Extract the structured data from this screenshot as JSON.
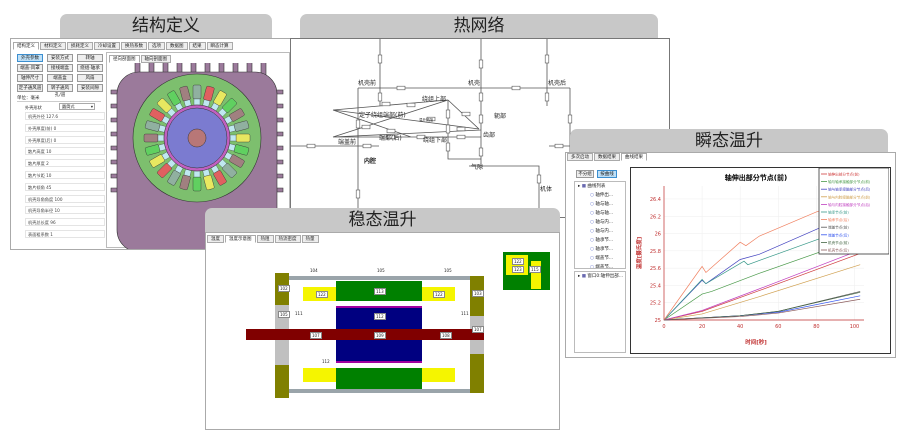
{
  "panels": {
    "structure": "结构定义",
    "network": "热网络",
    "transient": "瞬态温升",
    "steady": "稳态温升"
  },
  "structure": {
    "tabs": [
      "结构定义",
      "材料定义",
      "损耗定义",
      "冷却设置",
      "换热系数",
      "选项",
      "数据图",
      "结果",
      "瞬态计算"
    ],
    "buttons": [
      "外壳参数",
      "安装方式",
      "转轴",
      "端盖·风罩",
      "接线端盒",
      "绕组·轴承",
      "轴伸尺寸",
      "端盖盒",
      "风扇",
      "定子通风道",
      "转子通风孔/道",
      "安装间隙"
    ],
    "unit": "单位：毫米",
    "shape_label": "外壳形状",
    "shape_value": "圆筒式",
    "fields": [
      [
        "机壳外径",
        "127.6"
      ],
      [
        "外壳厚度(前)",
        "0"
      ],
      [
        "外壳厚度(后)",
        "0"
      ],
      [
        "散片高度",
        "10"
      ],
      [
        "散片厚度",
        "2"
      ],
      [
        "散片节距",
        "10"
      ],
      [
        "散片倾角",
        "45"
      ],
      [
        "机壳导角角度",
        "100"
      ],
      [
        "机壳导角半径",
        "10"
      ],
      [
        "机壳总长度",
        "96"
      ],
      [
        "表面粗系数",
        "1"
      ]
    ],
    "view_tabs": [
      "径向剖面图",
      "轴向剖面图"
    ],
    "colors": {
      "housing": "#9b7a9b",
      "stator": "#7dbf6e",
      "rotor": "#7b7bd0",
      "shaft": "#b87777",
      "ring": "#c060c0"
    }
  },
  "network": {
    "labels": [
      "机壳前",
      "机壳",
      "机壳后",
      "绕组上部",
      "定子绕组端部(前)",
      "端部(后)",
      "绕组下部",
      "轭部",
      "齿部",
      "端盖前",
      "内腔",
      "气隙",
      "机体",
      "温升热阻"
    ]
  },
  "transient": {
    "tabs": [
      "多次启动",
      "数据结果",
      "曲线结果"
    ],
    "buttons": [
      "不分组",
      "按曲线"
    ],
    "tree_root": "曲线列表",
    "tree_items": [
      "轴伸出...",
      "轴与轴...",
      "轴与轴...",
      "轴与内...",
      "轴与内...",
      "轴承节...",
      "轴承节...",
      "端盖节...",
      "端盖节...",
      "机壳节...",
      "机壳节..."
    ],
    "window_item": "窗口0:轴伸出部..."
  },
  "steady": {
    "tabs": [
      "温度",
      "温度示意图",
      "热阻",
      "热流密度",
      "热量"
    ],
    "labels": {
      "top1": "104",
      "top2": "105",
      "top3": "105",
      "l102": "102",
      "l103": "103",
      "l105": "105",
      "l107r": "107",
      "y1": "122",
      "y2": "122",
      "g": "113",
      "b": "112",
      "s1": "107",
      "s2": "109",
      "s3": "108",
      "l111a": "111",
      "l111b": "111",
      "l112": "112",
      "i1": "122",
      "i2": "123",
      "i3": "115"
    }
  },
  "chart_data": {
    "type": "line",
    "title": "轴伸出部分节点(前)",
    "xlabel": "时间[秒]",
    "ylabel": "温度[摄氏度]",
    "xlim": [
      0,
      105
    ],
    "ylim": [
      25,
      26.55
    ],
    "xticks": [
      0,
      20,
      40,
      60,
      80,
      100
    ],
    "yticks": [
      25,
      25.2,
      25.4,
      25.6,
      25.8,
      26,
      26.2,
      26.4
    ],
    "grid": true,
    "legend": "top-right",
    "series": [
      {
        "name": "轴伸出部分节点(前)",
        "color": "#d04040",
        "x": [
          0,
          20,
          50,
          103
        ],
        "y": [
          25,
          25.1,
          25.34,
          25.77
        ]
      },
      {
        "name": "轴与轴承接触部分节点(前)",
        "color": "#4a9a4a",
        "x": [
          0,
          20,
          25,
          50,
          103
        ],
        "y": [
          25,
          25.3,
          25.33,
          25.54,
          25.95
        ]
      },
      {
        "name": "轴与轴承接触部分节点(后)",
        "color": "#4444c0",
        "x": [
          0,
          20,
          22,
          40,
          50,
          103
        ],
        "y": [
          25,
          25.46,
          25.42,
          25.7,
          25.76,
          26.27
        ]
      },
      {
        "name": "轴与内腔接触部分节点(前)",
        "color": "#d0a050",
        "x": [
          0,
          20,
          50,
          103
        ],
        "y": [
          25,
          25.07,
          25.27,
          25.64
        ]
      },
      {
        "name": "轴与内腔接触部分节点(后)",
        "color": "#c040c0",
        "x": [
          0,
          20,
          50,
          103
        ],
        "y": [
          25,
          25.11,
          25.36,
          25.81
        ]
      },
      {
        "name": "轴承节点(前)",
        "color": "#3a9a8a",
        "x": [
          0,
          20,
          22,
          42,
          44,
          103
        ],
        "y": [
          25,
          25.47,
          25.42,
          25.68,
          25.64,
          26.11
        ]
      },
      {
        "name": "轴承节点(后)",
        "color": "#f08060",
        "x": [
          0,
          20,
          22,
          40,
          43,
          50,
          80,
          103
        ],
        "y": [
          25,
          25.62,
          25.55,
          25.9,
          25.86,
          25.97,
          26.25,
          26.42
        ]
      },
      {
        "name": "端盖节点(前)",
        "color": "#555555",
        "x": [
          0,
          40,
          60,
          103
        ],
        "y": [
          25,
          25.05,
          25.1,
          25.33
        ]
      },
      {
        "name": "端盖节点(后)",
        "color": "#3355ee",
        "x": [
          0,
          40,
          60,
          103
        ],
        "y": [
          25,
          25.05,
          25.09,
          25.28
        ]
      },
      {
        "name": "机壳节点(前)",
        "color": "#446644",
        "x": [
          0,
          40,
          60,
          103
        ],
        "y": [
          25,
          25.05,
          25.1,
          25.32
        ]
      },
      {
        "name": "机壳节点(后)",
        "color": "#8a5a5a",
        "x": [
          0,
          40,
          60,
          103
        ],
        "y": [
          25,
          25.04,
          25.08,
          25.24
        ]
      }
    ]
  }
}
